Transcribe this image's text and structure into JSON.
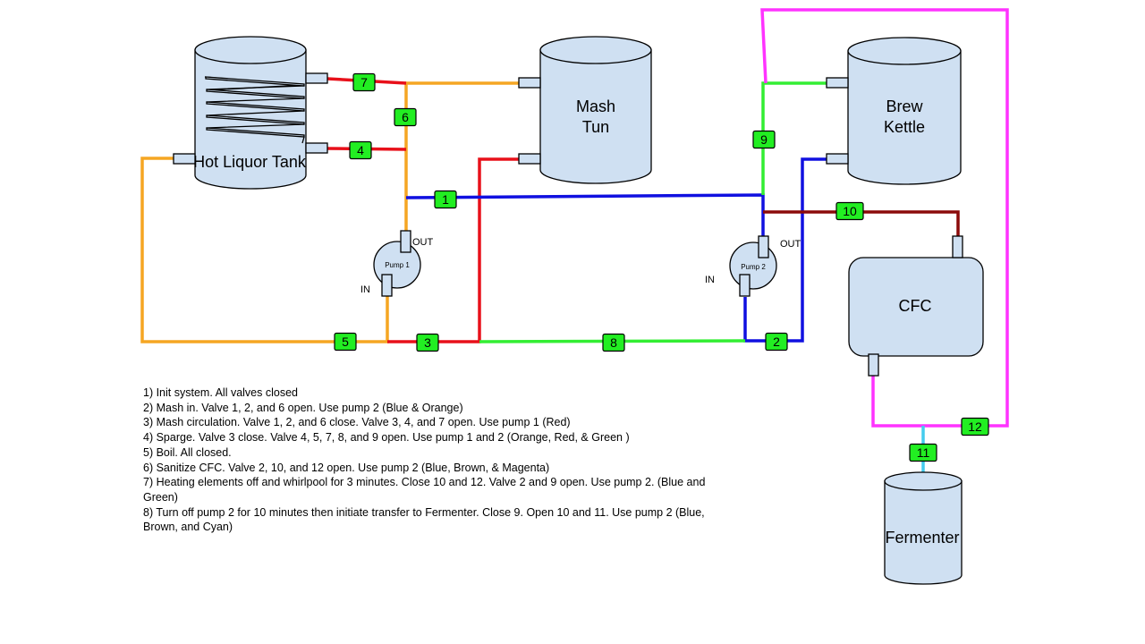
{
  "colors": {
    "orange": "#f5a623",
    "red": "#e8101a",
    "blue": "#1010e0",
    "green": "#33ee33",
    "brown": "#8b0a0a",
    "magenta": "#ff33ff",
    "cyan": "#44ccee",
    "valve": "#22ee22",
    "vessel": "#cfe0f2"
  },
  "vessels": {
    "hlt": "Hot Liquor Tank",
    "mash_line1": "Mash",
    "mash_line2": "Tun",
    "kettle_line1": "Brew",
    "kettle_line2": "Kettle",
    "cfc": "CFC",
    "fermenter": "Fermenter"
  },
  "pumps": {
    "pump1": {
      "name": "Pump 1",
      "in": "IN",
      "out": "OUT"
    },
    "pump2": {
      "name": "Pump 2",
      "in": "IN",
      "out": "OUT"
    }
  },
  "valves": [
    "1",
    "2",
    "3",
    "4",
    "5",
    "6",
    "7",
    "8",
    "9",
    "10",
    "11",
    "12"
  ],
  "instructions": [
    "1) Init system. All valves closed",
    "2) Mash in. Valve 1, 2, and 6 open. Use pump 2 (Blue & Orange)",
    "3) Mash circulation. Valve 1, 2, and 6 close. Valve 3, 4, and 7 open. Use pump 1 (Red)",
    "4) Sparge. Valve 3 close. Valve 4, 5, 7, 8, and 9 open. Use pump 1 and 2 (Orange, Red, & Green )",
    "5) Boil. All closed.",
    "6) Sanitize CFC. Valve 2, 10, and 12 open. Use pump 2 (Blue, Brown, & Magenta)",
    "7) Heating elements off and whirlpool for 3 minutes. Close 10 and 12. Valve 2 and 9 open. Use pump 2. (Blue and Green)",
    "8) Turn off pump 2 for 10 minutes then initiate transfer to Fermenter. Close 9. Open 10 and 11. Use pump 2 (Blue, Brown, and Cyan)"
  ]
}
